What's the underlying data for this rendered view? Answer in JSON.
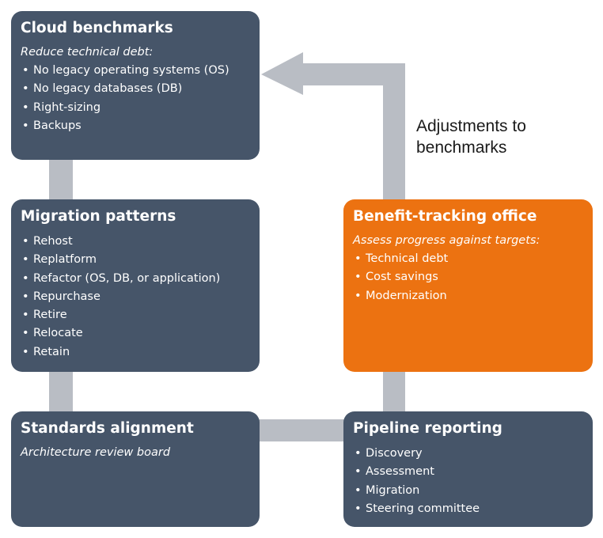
{
  "boxes": {
    "cloud_benchmarks": {
      "title": "Cloud benchmarks",
      "subtitle": "Reduce technical debt:",
      "items": [
        "No legacy operating systems (OS)",
        "No legacy databases (DB)",
        "Right-sizing",
        "Backups"
      ]
    },
    "migration_patterns": {
      "title": "Migration patterns",
      "items": [
        "Rehost",
        "Replatform",
        "Refactor (OS, DB, or application)",
        "Repurchase",
        "Retire",
        "Relocate",
        "Retain"
      ]
    },
    "standards_alignment": {
      "title": "Standards alignment",
      "subtitle": "Architecture review board"
    },
    "benefit_tracking": {
      "title": "Benefit-tracking office",
      "subtitle": "Assess progress against targets:",
      "items": [
        "Technical debt",
        "Cost savings",
        "Modernization"
      ]
    },
    "pipeline_reporting": {
      "title": "Pipeline reporting",
      "items": [
        "Discovery",
        "Assessment",
        "Migration",
        "Steering committee"
      ]
    }
  },
  "arrow_label": [
    "Adjustments to",
    "benchmarks"
  ],
  "colors": {
    "box_dark": "#465569",
    "box_accent": "#ec7211",
    "connector": "#b9bdc4",
    "text_light": "#ffffff"
  }
}
